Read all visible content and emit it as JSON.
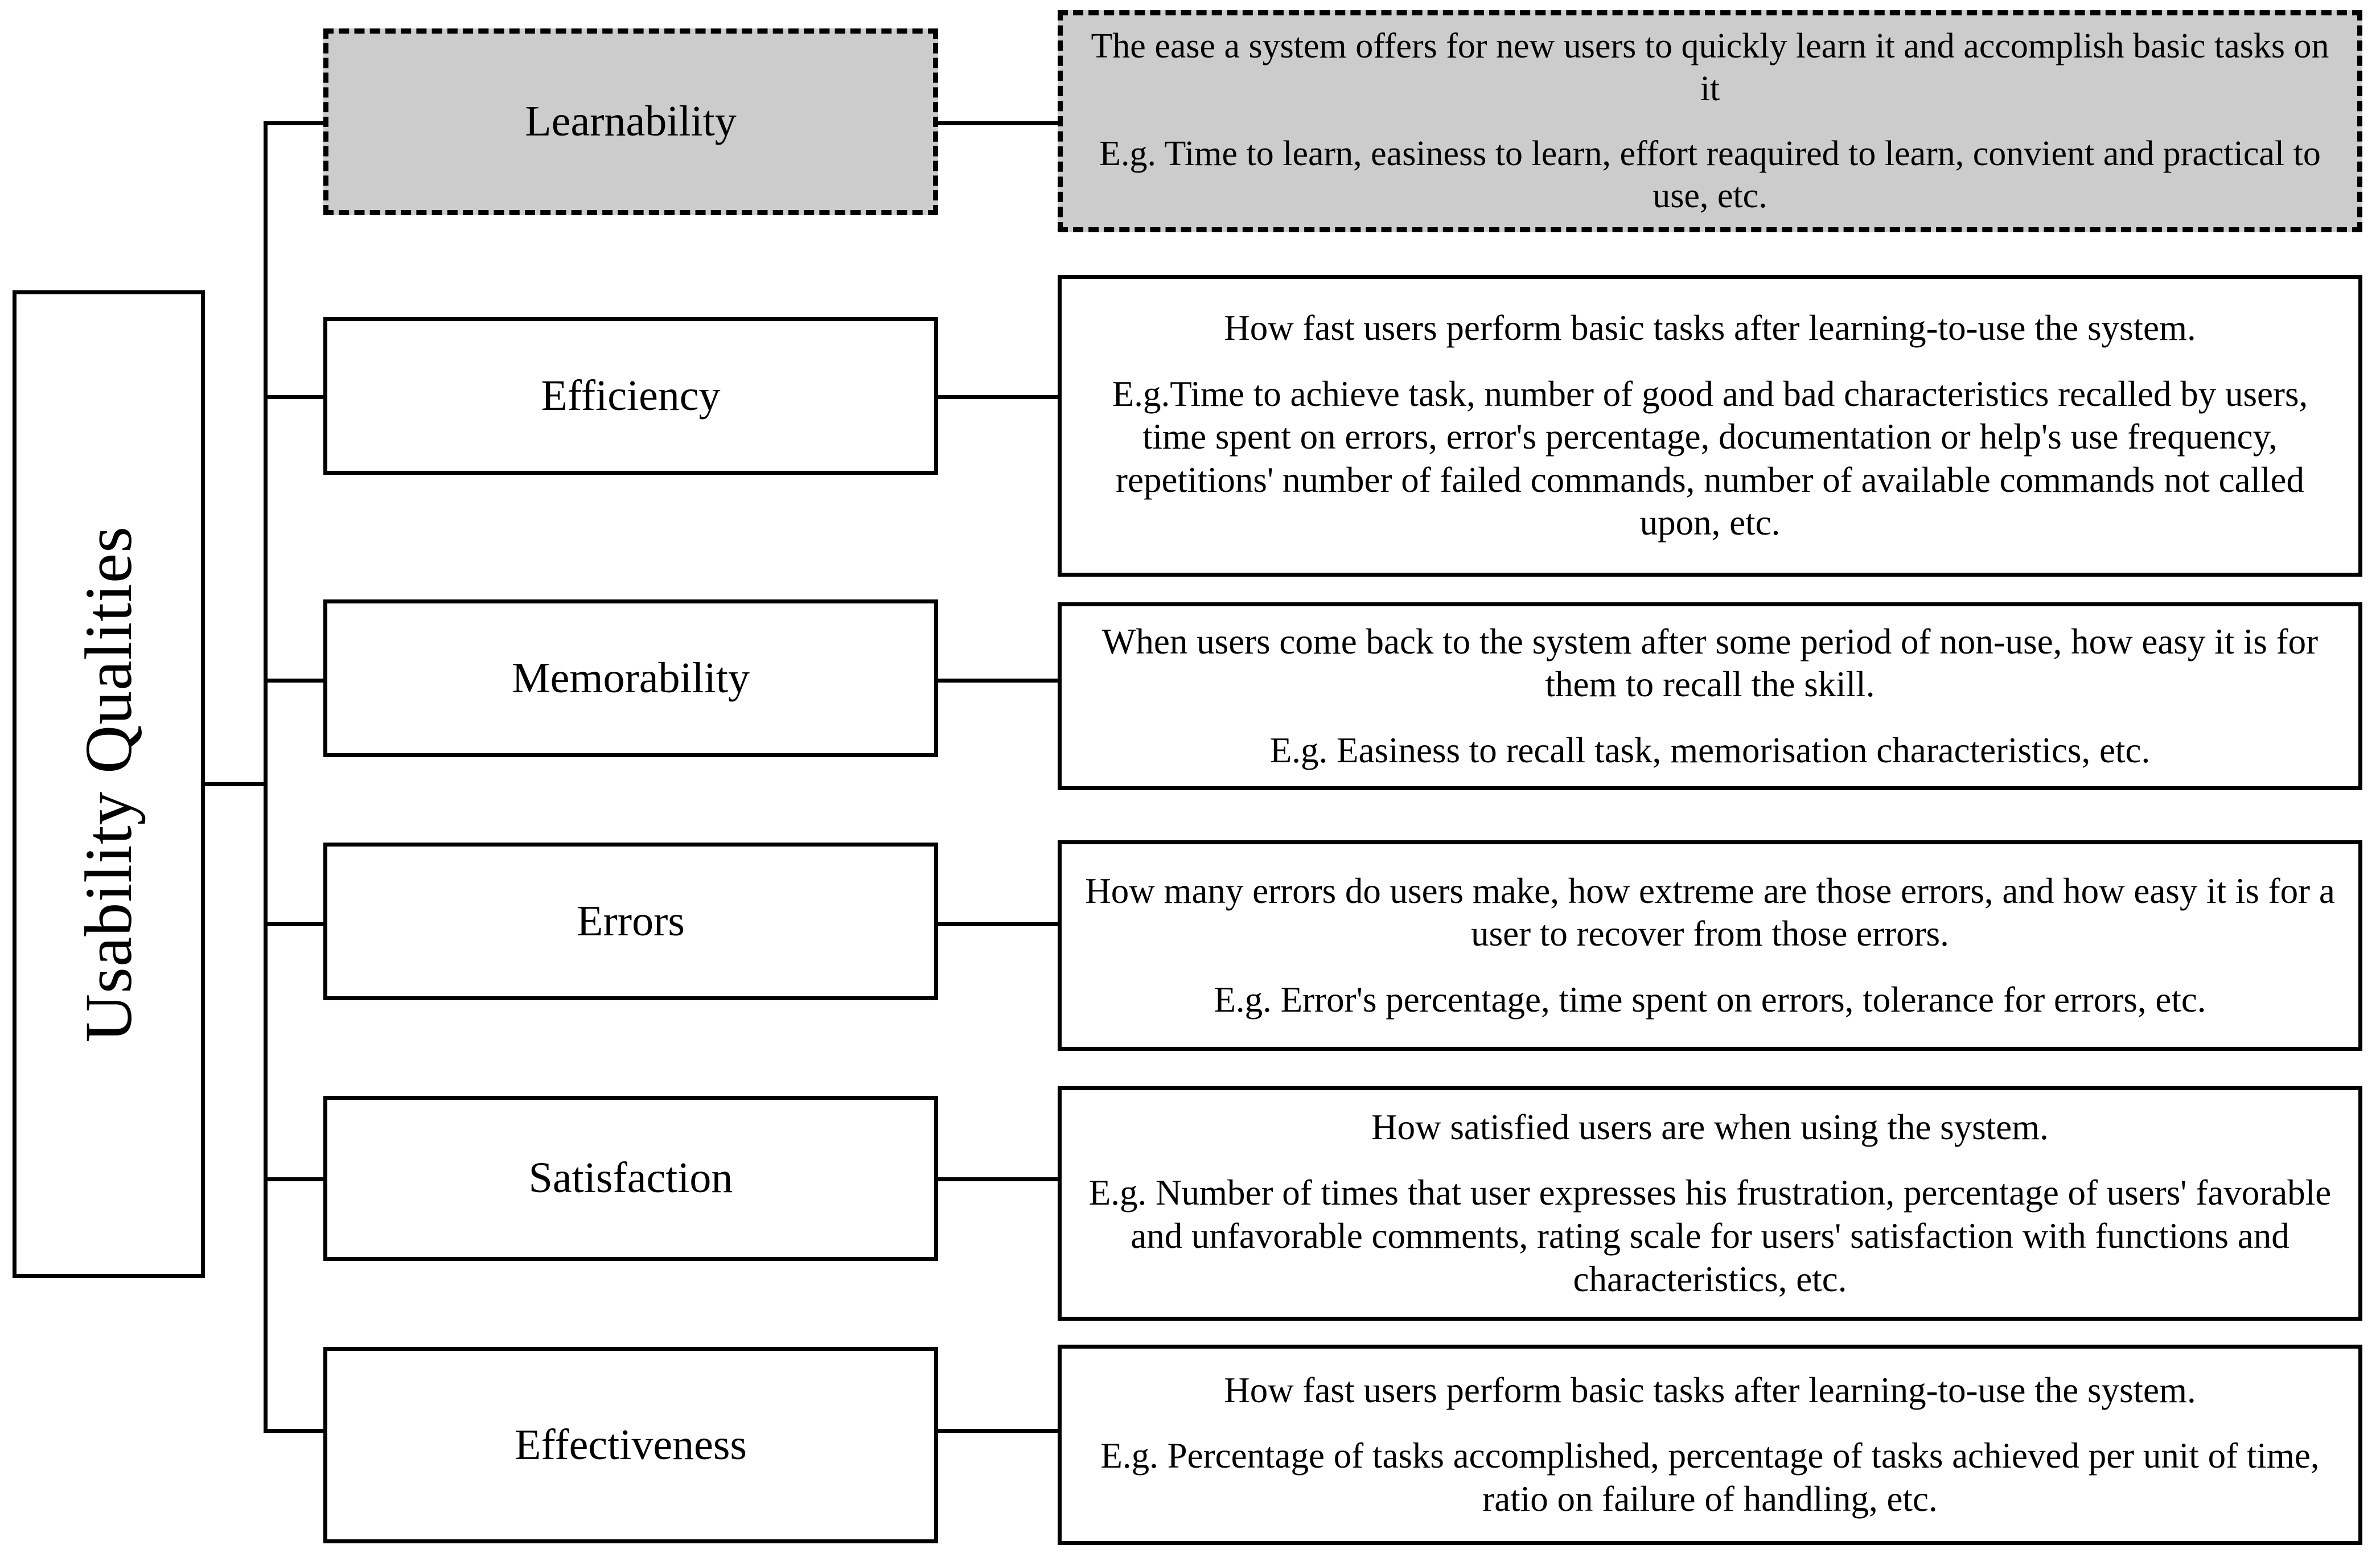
{
  "root": {
    "label": "Usability Qualities"
  },
  "qualities": [
    {
      "name": "Learnability",
      "highlighted": true,
      "definition": "The ease a system offers for new users to quickly learn it and accomplish basic tasks on it",
      "examples": "E.g. Time to learn, easiness to learn, effort reaquired to learn, convient and practical to use, etc."
    },
    {
      "name": "Efficiency",
      "highlighted": false,
      "definition": "How fast users perform basic tasks after learning-to-use  the system.",
      "examples": "E.g.Time to achieve task, number of good and bad characteristics recalled by users, time spent on errors, error's percentage, documentation or help's use frequency, repetitions' number of failed commands, number of available commands not called upon, etc."
    },
    {
      "name": "Memorability",
      "highlighted": false,
      "definition": "When users come back to the system after some period of non-use, how easy it is for them to recall the skill.",
      "examples": "E.g. Easiness to recall task, memorisation characteristics, etc."
    },
    {
      "name": "Errors",
      "highlighted": false,
      "definition": "How many errors do users make, how extreme are those errors, and how easy it is for a user to recover from those errors.",
      "examples": "E.g. Error's percentage, time spent on errors, tolerance for errors, etc."
    },
    {
      "name": "Satisfaction",
      "highlighted": false,
      "definition": "How satisfied users are when using the system.",
      "examples": "E.g. Number of times that user expresses his frustration, percentage of users' favorable and unfavorable comments, rating scale for users' satisfaction with functions and characteristics, etc."
    },
    {
      "name": "Effectiveness",
      "highlighted": false,
      "definition": "How fast users perform basic tasks after learning-to-use  the system.",
      "examples": "E.g. Percentage of tasks accomplished, percentage of tasks achieved per unit of time, ratio on failure of handling, etc."
    }
  ],
  "style": {
    "highlight_fill": "#cccccc",
    "line_color": "#000000",
    "background": "#ffffff"
  }
}
